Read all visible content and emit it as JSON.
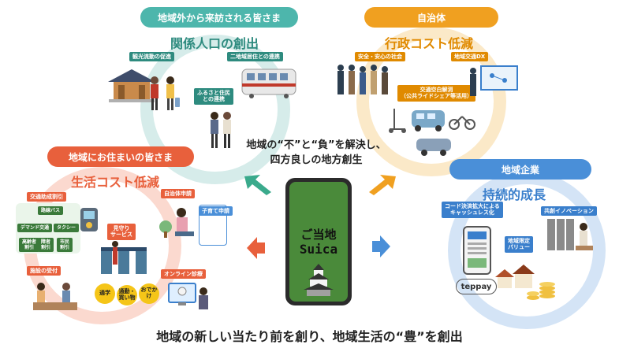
{
  "sections": {
    "visitors": {
      "pill": "地域外から来訪される皆さま",
      "heading": "関係人口の創出",
      "tags": [
        "観光流動の促進",
        "二地域居住との連携",
        "ふるさと住民\nとの連携"
      ],
      "color": "#4db6ac",
      "heading_color": "#2e8b7f"
    },
    "government": {
      "pill": "自治体",
      "heading": "行政コスト低減",
      "tags": [
        "安全・安心の社会",
        "地域交通DX",
        "交通空白解消\n（公共ライドシェア等活用）"
      ],
      "color": "#f0a020",
      "heading_color": "#e08a00"
    },
    "residents": {
      "pill": "地域にお住まいの皆さま",
      "heading": "生活コスト低減",
      "tags": [
        "交通助成割引",
        "自治体申請",
        "見守り\nサービス",
        "施設の受付",
        "オンライン診療"
      ],
      "sub_labels": [
        "路線バス",
        "デマンド交通",
        "タクシー",
        "高齢者\n割引",
        "障者\n割引",
        "市民\n割引"
      ],
      "popup": "子育て申請",
      "dots": [
        "通学",
        "通勤・\n買い物",
        "おでかけ"
      ],
      "color": "#e8603c",
      "heading_color": "#e8603c"
    },
    "business": {
      "pill": "地域企業",
      "heading": "持続的成長",
      "tags": [
        "コード決済拡大による\nキャッシュレス化",
        "共創イノベーション",
        "地域限定\nバリュー"
      ],
      "brand": "teppay",
      "color": "#4a8fd8",
      "heading_color": "#3a7fcc"
    }
  },
  "center": {
    "line1": "地域の“不”と“負”を解決し、",
    "line2": "四方良しの地方創生",
    "phone_line1": "ご当地",
    "phone_line2": "Suica",
    "phone_color": "#4a8a3a"
  },
  "tagline": "地域の新しい当たり前を創り、地域生活の“豊”を創出",
  "arrow_colors": {
    "up_left": "#3aaa8c",
    "up_right": "#f0a020",
    "right": "#4a8fd8",
    "left": "#e8603c"
  }
}
